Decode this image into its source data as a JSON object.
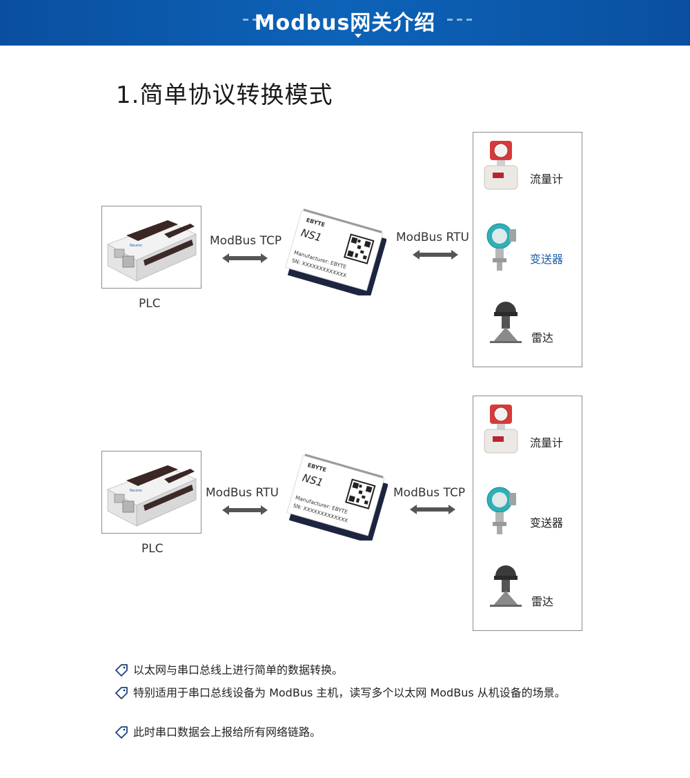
{
  "header": {
    "title": "Modbus网关介绍"
  },
  "section": {
    "title": "1.简单协议转换模式"
  },
  "diagram1": {
    "plc_label": "PLC",
    "left_protocol": "ModBus  TCP",
    "right_protocol": "ModBus  RTU",
    "module": {
      "brand": "EBYTE",
      "model": "NS1",
      "manufacturer": "Manufacturer: EBYTE",
      "sn": "SN: XXXXXXXXXXXXX"
    },
    "devices": [
      "流量计",
      "变送器",
      "雷达"
    ]
  },
  "diagram2": {
    "plc_label": "PLC",
    "left_protocol": "ModBus  RTU",
    "right_protocol": "ModBus  TCP",
    "module": {
      "brand": "EBYTE",
      "model": "NS1",
      "manufacturer": "Manufacturer: EBYTE",
      "sn": "SN: XXXXXXXXXXXXX"
    },
    "devices": [
      "流量计",
      "变送器",
      "雷达"
    ]
  },
  "bullets": [
    "以太网与串口总线上进行简单的数据转换。",
    "特别适用于串口总线设备为 ModBus 主机，读写多个以太网 ModBus 从机设备的场景。",
    "此时串口数据会上报给所有网络链路。"
  ],
  "colors": {
    "header": "#0d5fb3",
    "accent_text": "#1a5fa8",
    "arrow": "#555555"
  }
}
